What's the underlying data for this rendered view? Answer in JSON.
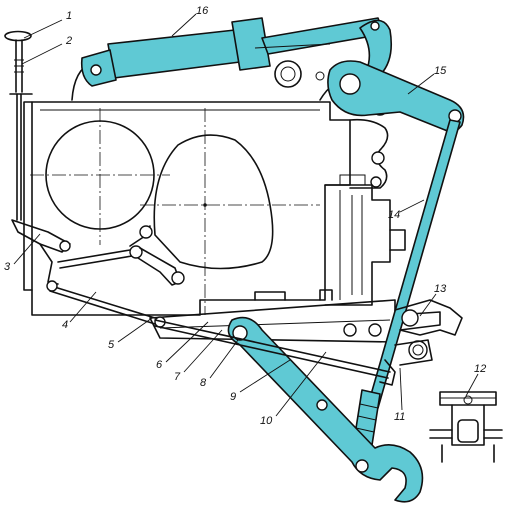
{
  "labels": [
    {
      "id": "1",
      "text": "1"
    },
    {
      "id": "2",
      "text": "2"
    },
    {
      "id": "3",
      "text": "3"
    },
    {
      "id": "4",
      "text": "4"
    },
    {
      "id": "5",
      "text": "5"
    },
    {
      "id": "6",
      "text": "6"
    },
    {
      "id": "7",
      "text": "7"
    },
    {
      "id": "8",
      "text": "8"
    },
    {
      "id": "9",
      "text": "9"
    },
    {
      "id": "10",
      "text": "10"
    },
    {
      "id": "11",
      "text": "11"
    },
    {
      "id": "12",
      "text": "12"
    },
    {
      "id": "13",
      "text": "13"
    },
    {
      "id": "14",
      "text": "14"
    },
    {
      "id": "15",
      "text": "15"
    },
    {
      "id": "16",
      "text": "16"
    }
  ],
  "colors": {
    "highlight": "#5fc9d4",
    "line": "#111111",
    "background": "#ffffff"
  }
}
